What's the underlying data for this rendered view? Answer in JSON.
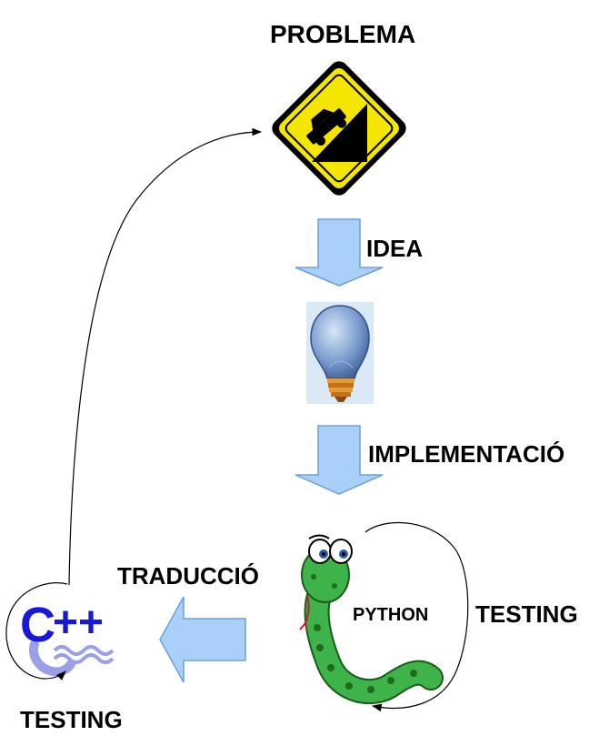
{
  "diagram": {
    "problem_title": "PROBLEMA",
    "step_idea": "IDEA",
    "step_implementation": "IMPLEMENTACIÓ",
    "step_translation": "TRADUCCIÓ",
    "testing_python": "TESTING",
    "testing_cpp": "TESTING",
    "python_label": "PYTHON",
    "cpp_logo_text": "C++"
  },
  "colors": {
    "sign_yellow": "#f5e600",
    "arrow_fill": "#a8d0f8",
    "arrow_stroke": "#6f9fd8",
    "bulb_blue": "#6f92c8",
    "bulb_bg": "#dbe9f6",
    "snake_green": "#3db34a",
    "cpp_blue": "#1818d8",
    "cpp_light": "#9aa0e8"
  }
}
